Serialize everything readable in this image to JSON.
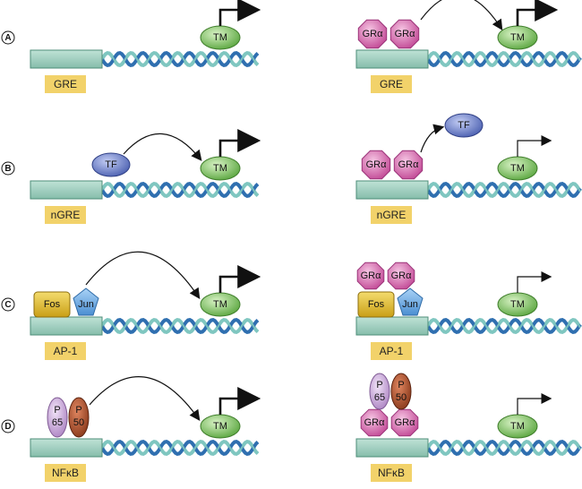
{
  "rows": [
    {
      "letter": "A",
      "left": {
        "element": "GRE",
        "tm": "TM"
      },
      "right": {
        "element": "GRE",
        "gr": [
          "GRα",
          "GRα"
        ],
        "tm": "TM"
      }
    },
    {
      "letter": "B",
      "left": {
        "element": "nGRE",
        "tf": "TF",
        "tm": "TM"
      },
      "right": {
        "element": "nGRE",
        "gr": [
          "GRα",
          "GRα"
        ],
        "tf": "TF",
        "tm": "TM"
      }
    },
    {
      "letter": "C",
      "left": {
        "element": "AP-1",
        "fos": "Fos",
        "jun": "Jun",
        "tm": "TM"
      },
      "right": {
        "element": "AP-1",
        "gr": [
          "GRα",
          "GRα"
        ],
        "fos": "Fos",
        "jun": "Jun",
        "tm": "TM"
      }
    },
    {
      "letter": "D",
      "left": {
        "element": "NFκB",
        "p65": [
          "P",
          "65"
        ],
        "p50": [
          "P",
          "50"
        ],
        "tm": "TM"
      },
      "right": {
        "element": "NFκB",
        "gr": [
          "GRα",
          "GRα"
        ],
        "p65": [
          "P",
          "65"
        ],
        "p50": [
          "P",
          "50"
        ],
        "tm": "TM"
      }
    }
  ],
  "colors": {
    "box": "#9ccdbd",
    "tag": "#f2d26a",
    "dna_blue": "#2f6fb0",
    "dna_teal": "#7fc6c0",
    "tm": "#7ac35e",
    "tf": "#6a7fc8",
    "gr": "#d563a8",
    "fos": "#d8b62a",
    "jun": "#6aa7e0",
    "p65": "#c9a6d8",
    "p50": "#a84d2a"
  }
}
